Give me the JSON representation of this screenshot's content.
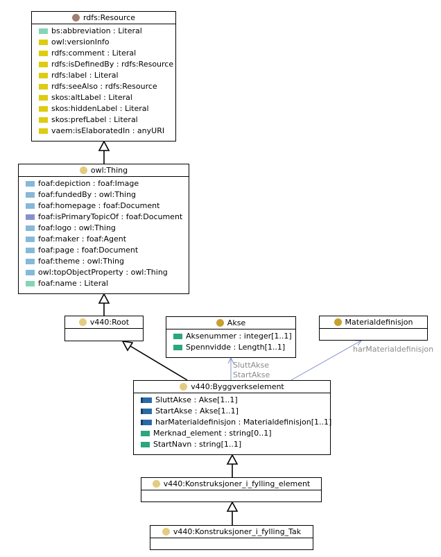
{
  "colors": {
    "resource_dot": "#a08070",
    "class_dot": "#e3cc82",
    "akse_dot": "#c8a030",
    "literal": "#86d4b6",
    "yellow": "#ddcc10",
    "object_prop": "#86b8d8",
    "object_prop_alt": "#8890cc",
    "green": "#2ca67a",
    "ref_blue": "#2a6aa6",
    "assoc_line": "#8090c8"
  },
  "classes": {
    "resource": {
      "title": "rdfs:Resource",
      "attributes": [
        {
          "text": "bs:abbreviation : Literal",
          "kind": "literal"
        },
        {
          "text": "owl:versionInfo",
          "kind": "yellow"
        },
        {
          "text": "rdfs:comment : Literal",
          "kind": "yellow"
        },
        {
          "text": "rdfs:isDefinedBy : rdfs:Resource",
          "kind": "yellow"
        },
        {
          "text": "rdfs:label : Literal",
          "kind": "yellow"
        },
        {
          "text": "rdfs:seeAlso : rdfs:Resource",
          "kind": "yellow"
        },
        {
          "text": "skos:altLabel : Literal",
          "kind": "yellow"
        },
        {
          "text": "skos:hiddenLabel : Literal",
          "kind": "yellow"
        },
        {
          "text": "skos:prefLabel : Literal",
          "kind": "yellow"
        },
        {
          "text": "vaem:isElaboratedIn : anyURI",
          "kind": "yellow"
        }
      ]
    },
    "thing": {
      "title": "owl:Thing",
      "attributes": [
        {
          "text": "foaf:depiction : foaf:Image",
          "kind": "object_prop"
        },
        {
          "text": "foaf:fundedBy : owl:Thing",
          "kind": "object_prop"
        },
        {
          "text": "foaf:homepage : foaf:Document",
          "kind": "object_prop"
        },
        {
          "text": "foaf:isPrimaryTopicOf : foaf:Document",
          "kind": "object_prop_alt"
        },
        {
          "text": "foaf:logo : owl:Thing",
          "kind": "object_prop"
        },
        {
          "text": "foaf:maker : foaf:Agent",
          "kind": "object_prop"
        },
        {
          "text": "foaf:page : foaf:Document",
          "kind": "object_prop"
        },
        {
          "text": "foaf:theme : owl:Thing",
          "kind": "object_prop"
        },
        {
          "text": "owl:topObjectProperty : owl:Thing",
          "kind": "object_prop"
        },
        {
          "text": "foaf:name : Literal",
          "kind": "literal"
        }
      ]
    },
    "root": {
      "title": "v440:Root",
      "attributes": []
    },
    "akse": {
      "title": "Akse",
      "attributes": [
        {
          "text": "Aksenummer : integer[1..1]",
          "kind": "green"
        },
        {
          "text": "Spennvidde : Length[1..1]",
          "kind": "green"
        }
      ]
    },
    "materialdefinisjon": {
      "title": "Materialdefinisjon",
      "attributes": []
    },
    "byggverkselement": {
      "title": "v440:Byggverkselement",
      "attributes": [
        {
          "text": "SluttAkse : Akse[1..1]",
          "kind": "ref_blue"
        },
        {
          "text": "StartAkse : Akse[1..1]",
          "kind": "ref_blue"
        },
        {
          "text": "harMaterialdefinisjon : Materialdefinisjon[1..1]",
          "kind": "ref_blue"
        },
        {
          "text": "Merknad_element : string[0..1]",
          "kind": "green"
        },
        {
          "text": "StartNavn : string[1..1]",
          "kind": "green"
        }
      ]
    },
    "fylling_element": {
      "title": "v440:Konstruksjoner_i_fylling_element",
      "attributes": []
    },
    "fylling_tak": {
      "title": "v440:Konstruksjoner_i_fylling_Tak",
      "attributes": []
    }
  },
  "associations": {
    "slutt_akse": "SluttAkse",
    "start_akse": "StartAkse",
    "har_materialdefinisjon": "harMaterialdefinisjon"
  }
}
